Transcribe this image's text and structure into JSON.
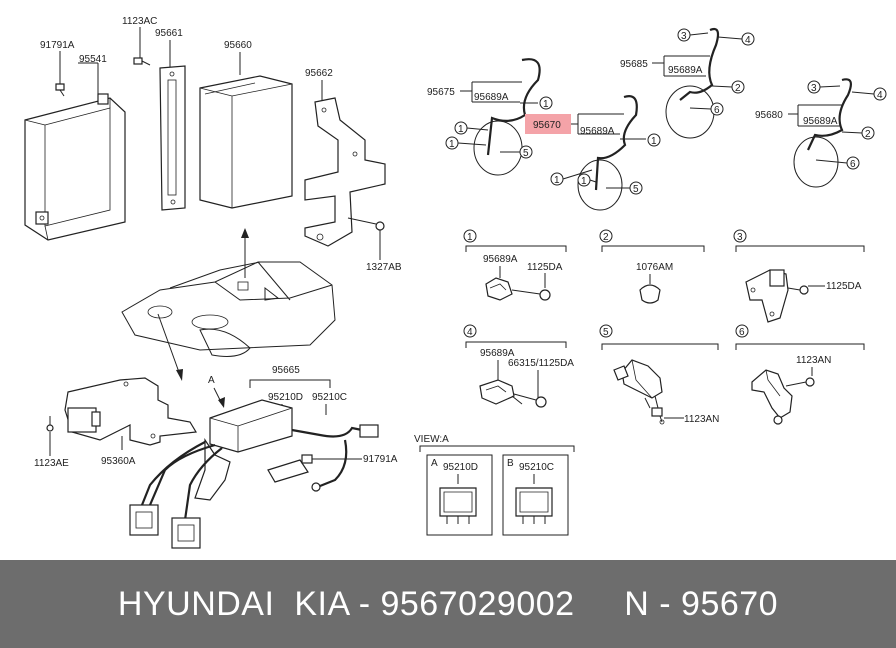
{
  "labels": {
    "p91791A_top": "91791A",
    "p1123AC": "1123AC",
    "p95541": "95541",
    "p95661": "95661",
    "p95660": "95660",
    "p95662": "95662",
    "p1327AB": "1327AB",
    "p95675": "95675",
    "p95689A_1": "95689A",
    "p95670": "95670",
    "p95689A_2": "95689A",
    "p95685": "95685",
    "p95689A_3": "95689A",
    "p95680": "95680",
    "p95689A_4": "95689A",
    "p95665": "95665",
    "p95210D": "95210D",
    "p95210C": "95210C",
    "p91791A_bot": "91791A",
    "p1123AE": "1123AE",
    "p95360A": "95360A",
    "viewA_letter": "A",
    "d1_95689A": "95689A",
    "d1_1125DA": "1125DA",
    "d2_1076AM": "1076AM",
    "d3_1125DA": "1125DA",
    "d4_95689A": "95689A",
    "d4_66315": "66315/1125DA",
    "d5_1123AN": "1123AN",
    "d6_1123AN": "1123AN",
    "view_title": "VIEW:A",
    "viewA_boxA_letter": "A",
    "viewA_boxA_part": "95210D",
    "viewA_boxB_letter": "B",
    "viewA_boxB_part": "95210C"
  },
  "callouts": {
    "one": "1",
    "two": "2",
    "three": "3",
    "four": "4",
    "five": "5",
    "six": "6"
  },
  "highlight": {
    "part": "95670",
    "color": "#f4a3a8"
  },
  "footer": {
    "text": "HYUNDAI  KIA - 9567029002     N - 95670"
  }
}
